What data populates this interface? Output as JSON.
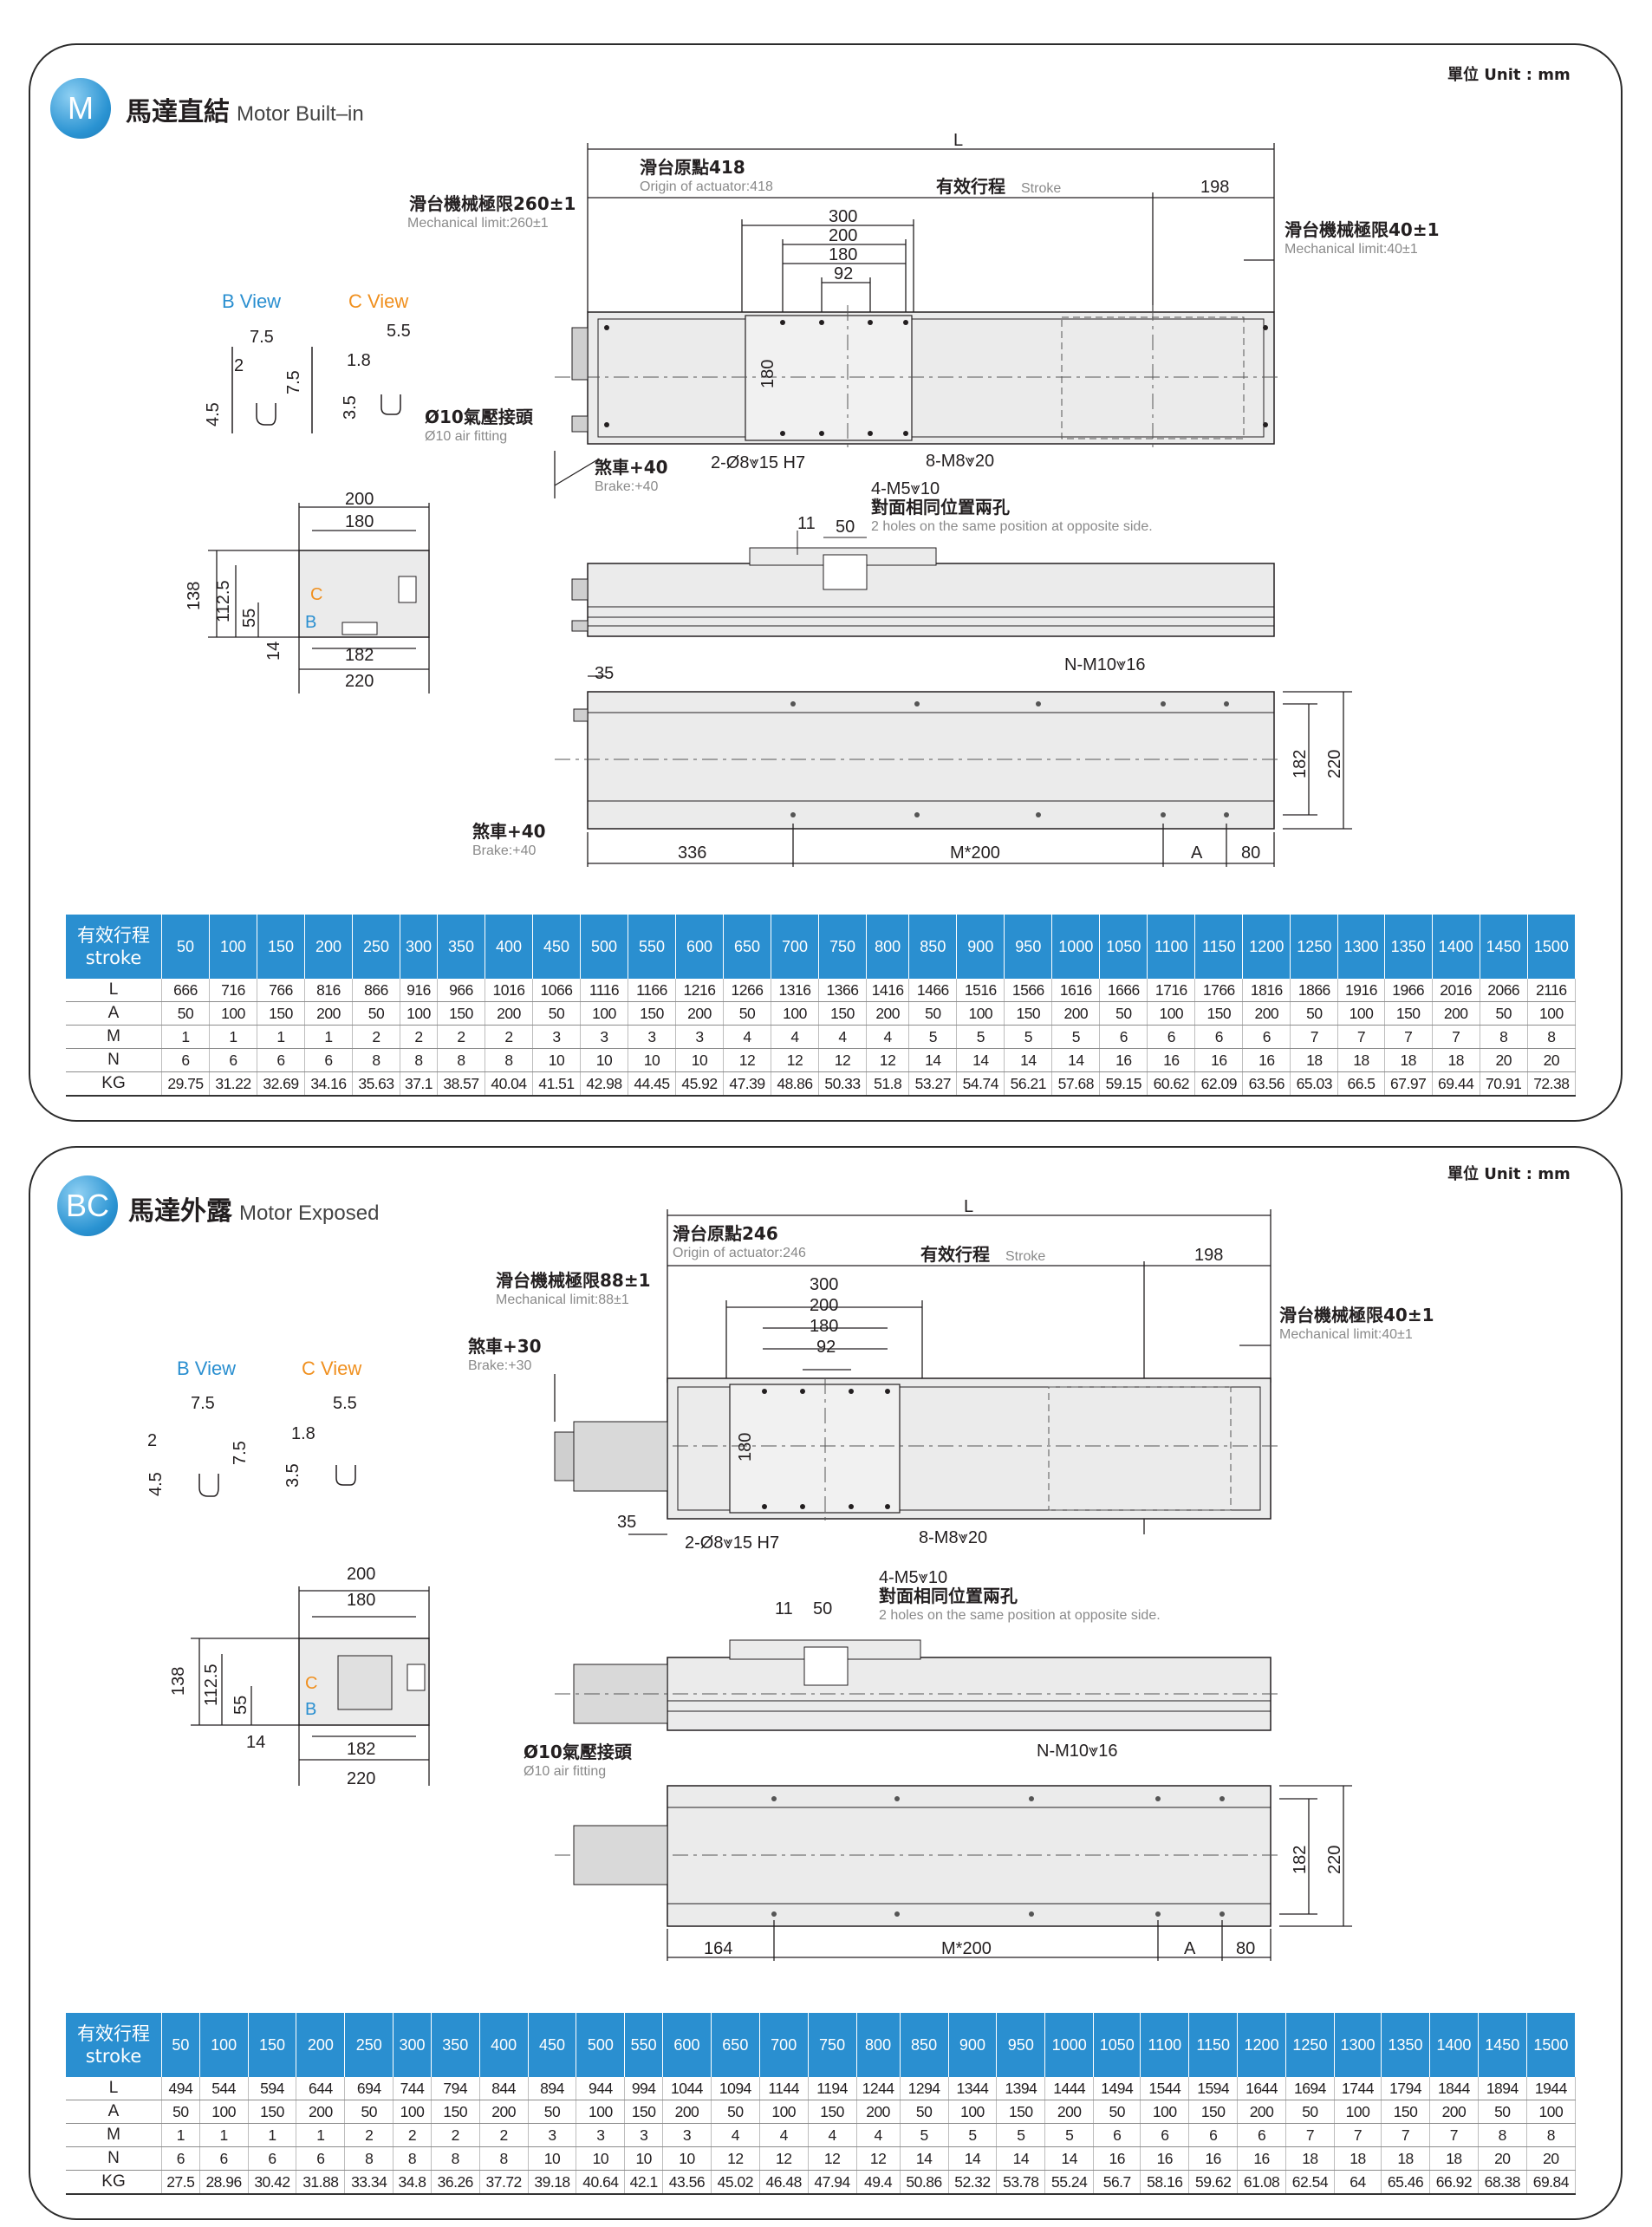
{
  "colors": {
    "accent": "#2a8fd0",
    "c_view": "#f0901f",
    "b_view": "#2a8fd0",
    "body_fill": "#ebebeb"
  },
  "unit_label": "單位 Unit : mm",
  "sections": [
    {
      "badge": "M",
      "title_zh": "馬達直結",
      "title_en": "Motor Built–in",
      "labels": {
        "L": "L",
        "origin_zh": "滑台原點418",
        "origin_en": "Origin of actuator:418",
        "stroke_zh": "有效行程",
        "stroke_en": "Stroke",
        "d198": "198",
        "mech_left_zh": "滑台機械極限260±1",
        "mech_left_en": "Mechanical limit:260±1",
        "mech_right_zh": "滑台機械極限40±1",
        "mech_right_en": "Mechanical limit:40±1",
        "d300": "300",
        "d200": "200",
        "d180": "180",
        "d92": "92",
        "dv180": "180",
        "b_view": "B View",
        "c_view": "C View",
        "bv_75": "7.5",
        "bv_2": "2",
        "bv_75v": "7.5",
        "bv_45": "4.5",
        "cv_55": "5.5",
        "cv_18": "1.8",
        "cv_35": "3.5",
        "air_zh": "Ø10氣壓接頭",
        "air_en": "Ø10 air fitting",
        "brake_zh": "煞車+40",
        "brake_en": "Brake:+40",
        "pin": "2-Ø8⩔15 H7",
        "m8": "8-M8⩔20",
        "m5": "4-M5⩔10",
        "holes_zh": "對面相同位置兩孔",
        "holes_en": "2 holes on the same position at opposite side.",
        "d11": "11",
        "d50": "50",
        "e200": "200",
        "e180": "180",
        "e138": "138",
        "e1125": "112.5",
        "e55": "55",
        "e14": "14",
        "e182": "182",
        "e220": "220",
        "ec": "C",
        "eb": "B",
        "d35": "35",
        "nm10": "N-M10⩔16",
        "brake2_zh": "煞車+40",
        "brake2_en": "Brake:+40",
        "b336": "336",
        "m200": "M*200",
        "ba": "A",
        "b80": "80",
        "v182": "182",
        "v220": "220"
      },
      "table": {
        "head_zh": "有效行程",
        "head_en": "stroke",
        "strokes": [
          "50",
          "100",
          "150",
          "200",
          "250",
          "300",
          "350",
          "400",
          "450",
          "500",
          "550",
          "600",
          "650",
          "700",
          "750",
          "800",
          "850",
          "900",
          "950",
          "1000",
          "1050",
          "1100",
          "1150",
          "1200",
          "1250",
          "1300",
          "1350",
          "1400",
          "1450",
          "1500"
        ],
        "rows": [
          {
            "label": "L",
            "values": [
              "666",
              "716",
              "766",
              "816",
              "866",
              "916",
              "966",
              "1016",
              "1066",
              "1116",
              "1166",
              "1216",
              "1266",
              "1316",
              "1366",
              "1416",
              "1466",
              "1516",
              "1566",
              "1616",
              "1666",
              "1716",
              "1766",
              "1816",
              "1866",
              "1916",
              "1966",
              "2016",
              "2066",
              "2116"
            ]
          },
          {
            "label": "A",
            "values": [
              "50",
              "100",
              "150",
              "200",
              "50",
              "100",
              "150",
              "200",
              "50",
              "100",
              "150",
              "200",
              "50",
              "100",
              "150",
              "200",
              "50",
              "100",
              "150",
              "200",
              "50",
              "100",
              "150",
              "200",
              "50",
              "100",
              "150",
              "200",
              "50",
              "100"
            ]
          },
          {
            "label": "M",
            "values": [
              "1",
              "1",
              "1",
              "1",
              "2",
              "2",
              "2",
              "2",
              "3",
              "3",
              "3",
              "3",
              "4",
              "4",
              "4",
              "4",
              "5",
              "5",
              "5",
              "5",
              "6",
              "6",
              "6",
              "6",
              "7",
              "7",
              "7",
              "7",
              "8",
              "8"
            ]
          },
          {
            "label": "N",
            "values": [
              "6",
              "6",
              "6",
              "6",
              "8",
              "8",
              "8",
              "8",
              "10",
              "10",
              "10",
              "10",
              "12",
              "12",
              "12",
              "12",
              "14",
              "14",
              "14",
              "14",
              "16",
              "16",
              "16",
              "16",
              "18",
              "18",
              "18",
              "18",
              "20",
              "20"
            ]
          },
          {
            "label": "KG",
            "values": [
              "29.75",
              "31.22",
              "32.69",
              "34.16",
              "35.63",
              "37.1",
              "38.57",
              "40.04",
              "41.51",
              "42.98",
              "44.45",
              "45.92",
              "47.39",
              "48.86",
              "50.33",
              "51.8",
              "53.27",
              "54.74",
              "56.21",
              "57.68",
              "59.15",
              "60.62",
              "62.09",
              "63.56",
              "65.03",
              "66.5",
              "67.97",
              "69.44",
              "70.91",
              "72.38"
            ]
          }
        ]
      }
    },
    {
      "badge": "BC",
      "title_zh": "馬達外露",
      "title_en": "Motor Exposed",
      "labels": {
        "L": "L",
        "origin_zh": "滑台原點246",
        "origin_en": "Origin of actuator:246",
        "stroke_zh": "有效行程",
        "stroke_en": "Stroke",
        "d198": "198",
        "mech_left_zh": "滑台機械極限88±1",
        "mech_left_en": "Mechanical limit:88±1",
        "mech_right_zh": "滑台機械極限40±1",
        "mech_right_en": "Mechanical limit:40±1",
        "d300": "300",
        "d200": "200",
        "d180": "180",
        "d92": "92",
        "dv180": "180",
        "b_view": "B View",
        "c_view": "C View",
        "bv_75": "7.5",
        "bv_2": "2",
        "bv_75v": "7.5",
        "bv_45": "4.5",
        "cv_55": "5.5",
        "cv_18": "1.8",
        "cv_35": "3.5",
        "air_zh": "Ø10氣壓接頭",
        "air_en": "Ø10 air fitting",
        "brake_zh": "煞車+30",
        "brake_en": "Brake:+30",
        "pin": "2-Ø8⩔15 H7",
        "m8": "8-M8⩔20",
        "m5": "4-M5⩔10",
        "holes_zh": "對面相同位置兩孔",
        "holes_en": "2 holes on the same position at opposite side.",
        "d11": "11",
        "d50": "50",
        "e200": "200",
        "e180": "180",
        "e138": "138",
        "e1125": "112.5",
        "e55": "55",
        "e14": "14",
        "e182": "182",
        "e220": "220",
        "ec": "C",
        "eb": "B",
        "d35": "35",
        "nm10": "N-M10⩔16",
        "b164": "164",
        "m200": "M*200",
        "ba": "A",
        "b80": "80",
        "v182": "182",
        "v220": "220"
      },
      "table": {
        "head_zh": "有效行程",
        "head_en": "stroke",
        "strokes": [
          "50",
          "100",
          "150",
          "200",
          "250",
          "300",
          "350",
          "400",
          "450",
          "500",
          "550",
          "600",
          "650",
          "700",
          "750",
          "800",
          "850",
          "900",
          "950",
          "1000",
          "1050",
          "1100",
          "1150",
          "1200",
          "1250",
          "1300",
          "1350",
          "1400",
          "1450",
          "1500"
        ],
        "rows": [
          {
            "label": "L",
            "values": [
              "494",
              "544",
              "594",
              "644",
              "694",
              "744",
              "794",
              "844",
              "894",
              "944",
              "994",
              "1044",
              "1094",
              "1144",
              "1194",
              "1244",
              "1294",
              "1344",
              "1394",
              "1444",
              "1494",
              "1544",
              "1594",
              "1644",
              "1694",
              "1744",
              "1794",
              "1844",
              "1894",
              "1944"
            ]
          },
          {
            "label": "A",
            "values": [
              "50",
              "100",
              "150",
              "200",
              "50",
              "100",
              "150",
              "200",
              "50",
              "100",
              "150",
              "200",
              "50",
              "100",
              "150",
              "200",
              "50",
              "100",
              "150",
              "200",
              "50",
              "100",
              "150",
              "200",
              "50",
              "100",
              "150",
              "200",
              "50",
              "100"
            ]
          },
          {
            "label": "M",
            "values": [
              "1",
              "1",
              "1",
              "1",
              "2",
              "2",
              "2",
              "2",
              "3",
              "3",
              "3",
              "3",
              "4",
              "4",
              "4",
              "4",
              "5",
              "5",
              "5",
              "5",
              "6",
              "6",
              "6",
              "6",
              "7",
              "7",
              "7",
              "7",
              "8",
              "8"
            ]
          },
          {
            "label": "N",
            "values": [
              "6",
              "6",
              "6",
              "6",
              "8",
              "8",
              "8",
              "8",
              "10",
              "10",
              "10",
              "10",
              "12",
              "12",
              "12",
              "12",
              "14",
              "14",
              "14",
              "14",
              "16",
              "16",
              "16",
              "16",
              "18",
              "18",
              "18",
              "18",
              "20",
              "20"
            ]
          },
          {
            "label": "KG",
            "values": [
              "27.5",
              "28.96",
              "30.42",
              "31.88",
              "33.34",
              "34.8",
              "36.26",
              "37.72",
              "39.18",
              "40.64",
              "42.1",
              "43.56",
              "45.02",
              "46.48",
              "47.94",
              "49.4",
              "50.86",
              "52.32",
              "53.78",
              "55.24",
              "56.7",
              "58.16",
              "59.62",
              "61.08",
              "62.54",
              "64",
              "65.46",
              "66.92",
              "68.38",
              "69.84"
            ]
          }
        ]
      }
    }
  ]
}
